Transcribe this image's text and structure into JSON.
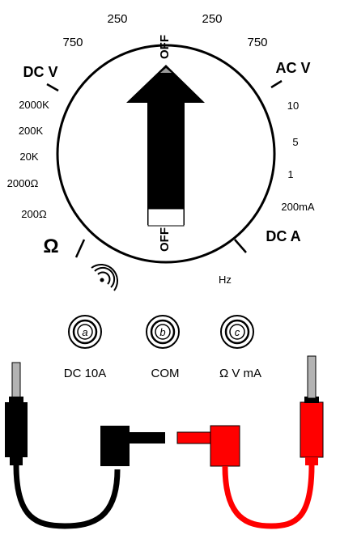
{
  "dial": {
    "top_off": "OFF",
    "bottom_off": "OFF",
    "top_labels": [
      "250",
      "250",
      "750",
      "750"
    ],
    "dcv_label": "DC V",
    "acv_label": "AC V",
    "left_ranges": [
      "2000K",
      "200K",
      "20K",
      "2000Ω",
      "200Ω"
    ],
    "right_ranges": [
      "10",
      "5",
      "1",
      "200mA"
    ],
    "ohm_label": "Ω",
    "dca_label": "DC A",
    "hz_label": "Hz"
  },
  "jacks": [
    {
      "letter": "a",
      "label": "DC 10A"
    },
    {
      "letter": "b",
      "label": "COM"
    },
    {
      "letter": "c",
      "label": "Ω V mA"
    }
  ],
  "colors": {
    "black_lead": "#000000",
    "red_lead": "#ff0000",
    "plug_gray": "#b3b3b3"
  }
}
